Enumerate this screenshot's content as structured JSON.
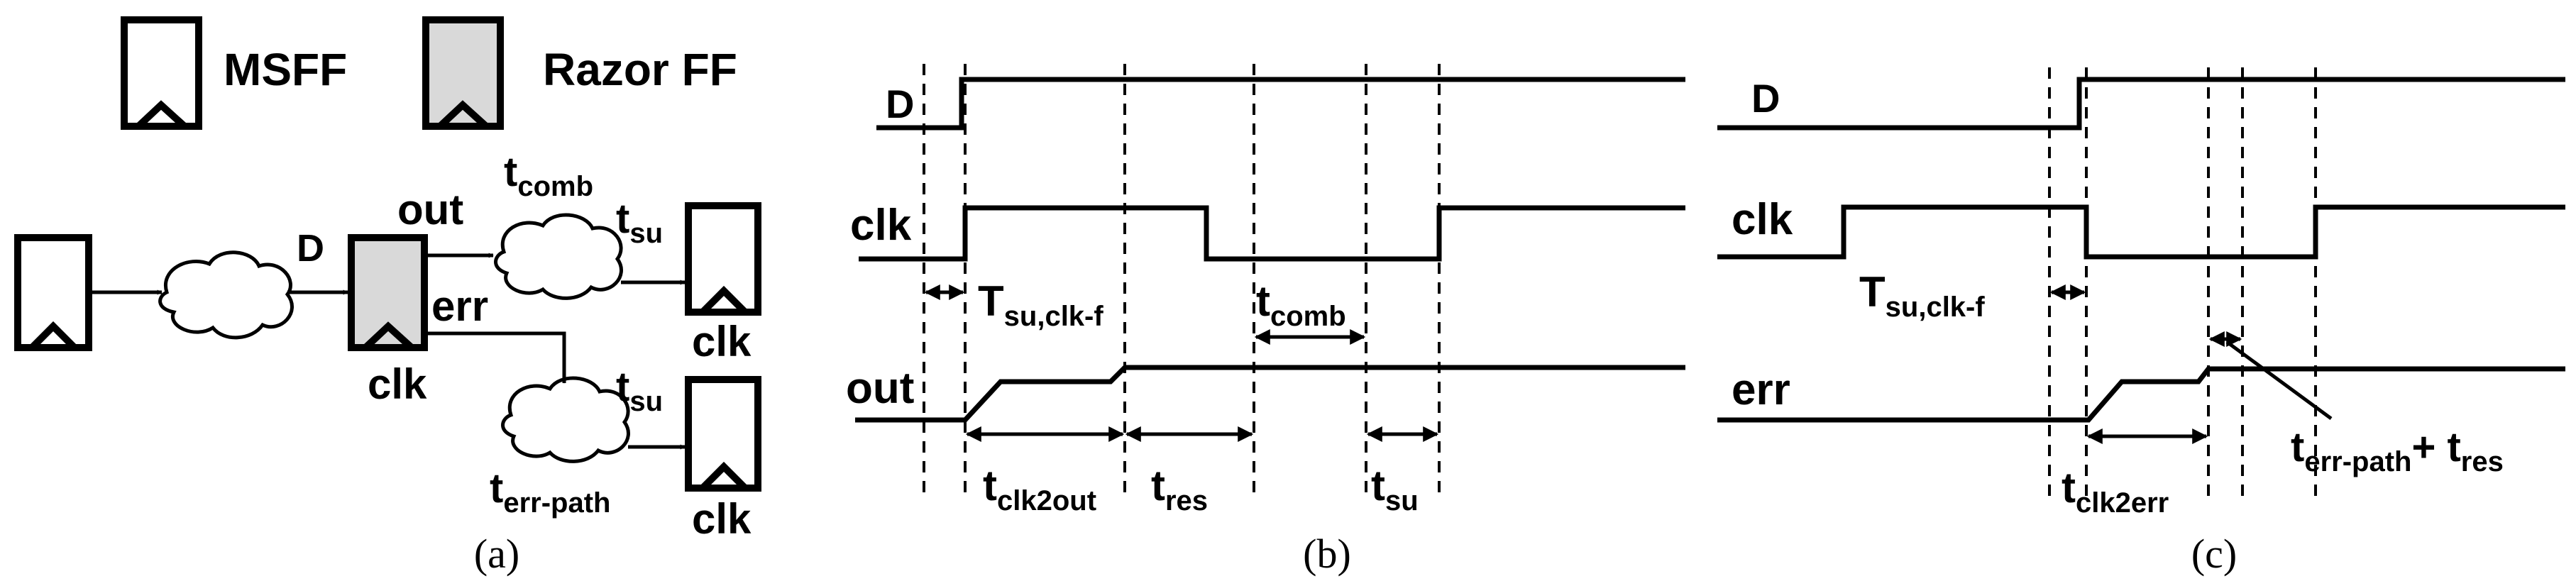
{
  "legend": {
    "msff": "MSFF",
    "razor": "Razor FF"
  },
  "colors": {
    "razor_fill": "#d9d9d9",
    "ink": "#000000",
    "background": "#ffffff"
  },
  "panel_a": {
    "caption": "(a)",
    "d": "D",
    "out": "out",
    "err": "err",
    "clk_razor": "clk",
    "clk_top": "clk",
    "clk_bottom": "clk",
    "t_comb": {
      "base": "t",
      "sub": "comb"
    },
    "t_su_top": {
      "base": "t",
      "sub": "su"
    },
    "t_su_bottom": {
      "base": "t",
      "sub": "su"
    },
    "t_err_path": {
      "base": "t",
      "sub": "err-path"
    }
  },
  "panel_b": {
    "caption": "(b)",
    "d": "D",
    "clk": "clk",
    "out": "out",
    "t_su_clk_f": {
      "base": "T",
      "sub": "su,clk-f"
    },
    "t_comb": {
      "base": "t",
      "sub": "comb"
    },
    "t_clk2out": {
      "base": "t",
      "sub": "clk2out"
    },
    "t_res": {
      "base": "t",
      "sub": "res"
    },
    "t_su": {
      "base": "t",
      "sub": "su"
    }
  },
  "panel_c": {
    "caption": "(c)",
    "d": "D",
    "clk": "clk",
    "err": "err",
    "t_su_clk_f": {
      "base": "T",
      "sub": "su,clk-f"
    },
    "t_clk2err": {
      "base": "t",
      "sub": "clk2err"
    },
    "t_err_path": {
      "base": "t",
      "sub": "err-path"
    },
    "plus": "+ ",
    "t_res": {
      "base": "t",
      "sub": "res"
    }
  }
}
